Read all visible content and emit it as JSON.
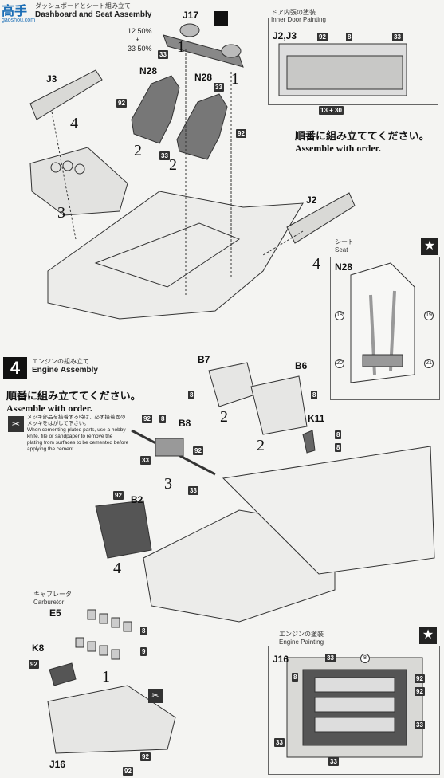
{
  "watermark": {
    "brand": "高手",
    "url": "gaoshou.com"
  },
  "step3": {
    "title_jp": "ダッシュボードとシート組み立て",
    "title_en": "Dashboard and Seat Assembly",
    "mix_top": "12 50%",
    "mix_plus": "+",
    "mix_bottom": "33 50%"
  },
  "door_box": {
    "title_jp": "ドア内張の塗装",
    "title_en": "Inner Door Painting",
    "part": "J2,J3",
    "colors": [
      "92",
      "8",
      "33"
    ],
    "bottom_color": "13 + 30"
  },
  "order1": {
    "jp": "順番に組み立ててください。",
    "en": "Assemble with order."
  },
  "seat_box": {
    "title_jp": "シート",
    "title_en": "Seat",
    "part": "N28",
    "colors": [
      "18",
      "19",
      "20",
      "21"
    ]
  },
  "parts": {
    "J17": "J17",
    "J3": "J3",
    "N28a": "N28",
    "N28b": "N28",
    "J2": "J2",
    "B7": "B7",
    "B6": "B6",
    "K11": "K11",
    "B8": "B8",
    "B2": "B2",
    "E5": "E5",
    "K8": "K8",
    "J16": "J16"
  },
  "steps": {
    "s1a": "1",
    "s1b": "1",
    "s2a": "2",
    "s2b": "2",
    "s3": "3",
    "s4a": "4",
    "s4b": "4",
    "e2a": "2",
    "e2b": "2",
    "e3": "3",
    "e4": "4",
    "e1": "1"
  },
  "step4": {
    "number": "4",
    "title_jp": "エンジンの組み立て",
    "title_en": "Engine Assembly"
  },
  "order2": {
    "jp": "順番に組み立ててください。",
    "en": "Assemble with order."
  },
  "plating_note": {
    "jp": "メッキ部品を接着する時は、必ず接着面のメッキをはがして下さい。",
    "en": "When cementing plated parts, use a hobby knife, file or sandpaper to remove the plating from surfaces to be cemented before applying the cement."
  },
  "carb": {
    "jp": "キャブレータ",
    "en": "Carburetor"
  },
  "engine_box": {
    "title_jp": "エンジンの塗装",
    "title_en": "Engine Painting",
    "part": "J16",
    "colors": [
      "8",
      "33",
      "8",
      "92",
      "33",
      "92",
      "33",
      "33"
    ]
  },
  "color_codes": {
    "c92": "92",
    "c33": "33",
    "c8": "8",
    "c9": "9"
  },
  "colors": {
    "ink": "#222222",
    "paper": "#f4f4f2",
    "badge": "#333333"
  }
}
